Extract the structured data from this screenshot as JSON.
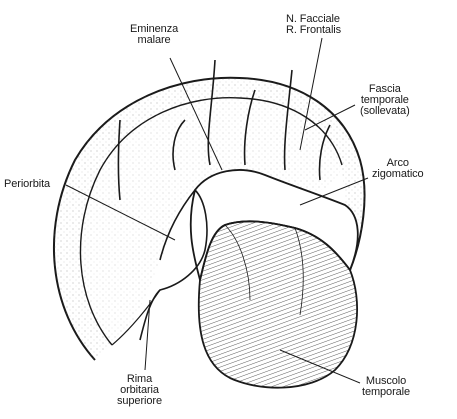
{
  "labels": {
    "eminenza_malare": [
      "Eminenza",
      "malare"
    ],
    "nervo_facciale": [
      "N. Facciale",
      "R. Frontalis"
    ],
    "fascia_temporale": [
      "Fascia",
      "temporale",
      "(sollevata)"
    ],
    "periorbita": [
      "Periorbita"
    ],
    "arco_zigomatico": [
      "Arco",
      "zigomatico"
    ],
    "rima_orbitaria": [
      "Rima",
      "orbitaria",
      "superiore"
    ],
    "muscolo_temporale": [
      "Muscolo",
      "temporale"
    ]
  },
  "colors": {
    "ink": "#1a1a1a",
    "paper": "#ffffff"
  }
}
